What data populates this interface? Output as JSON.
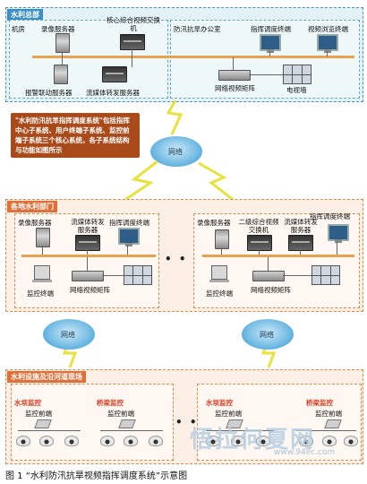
{
  "hq": {
    "title": "水利总部",
    "machine_room": "机房",
    "recording_server": "录像服务器",
    "core_switch": "核心综合视频交换机",
    "alarm_server": "报警联动服务器",
    "stream_server": "流媒体转发服务器",
    "office_title": "防汛抗旱办公室",
    "dispatch_terminal": "指挥调度终端",
    "browse_terminal": "视频浏览终端",
    "video_matrix": "网络视频矩阵",
    "tv_wall": "电视墙"
  },
  "callout": "\"水利防汛抗旱指挥调度系统\"包括指挥中心子系统、用户终端子系统、监控前端子系统三个核心系统，各子系统结构与功能如图所示",
  "network_label": "网络",
  "dept": {
    "title": "各地水利部门",
    "recording_server": "录像服务器",
    "stream_server": "流媒体转发服务器",
    "dispatch_terminal": "指挥调度终端",
    "secondary_switch": "二级综合视频交换机",
    "monitor_terminal": "监控终端",
    "video_matrix": "网络视频矩阵",
    "ellipsis": "• • •"
  },
  "site": {
    "title": "水利设施及沿河道现场",
    "dam": "水坝监控",
    "bridge": "桥梁监控",
    "frontend": "监控前端",
    "ellipsis": "• • •"
  },
  "watermark": {
    "text": "悟拉何夏网",
    "url": "www.94ec.com"
  },
  "caption": "图 1 “水利防汛抗旱视频指挥调度系统”示意图",
  "colors": {
    "bus": "#e8a24f",
    "panel_blue": "#3b8ec4",
    "panel_orange": "#e0703a",
    "lightning": "#e8e23c"
  }
}
